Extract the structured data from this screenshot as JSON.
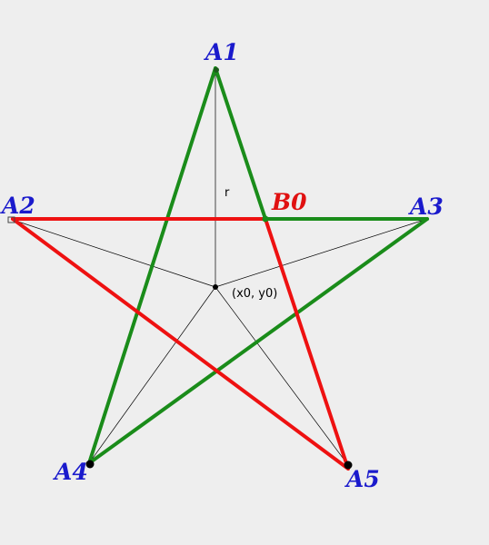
{
  "colors": {
    "background": "#eeeeee",
    "vertex_label": "#1a1acc",
    "b0_label": "#e01010",
    "green": "#1a8c1a",
    "red": "#ee1111",
    "thin": "#000000"
  },
  "labels": {
    "a1": "A1",
    "a2": "A2",
    "a3": "A3",
    "a4": "A4",
    "a5": "A5",
    "b0": "B0",
    "r": "r",
    "center": "(x0, y0)"
  }
}
